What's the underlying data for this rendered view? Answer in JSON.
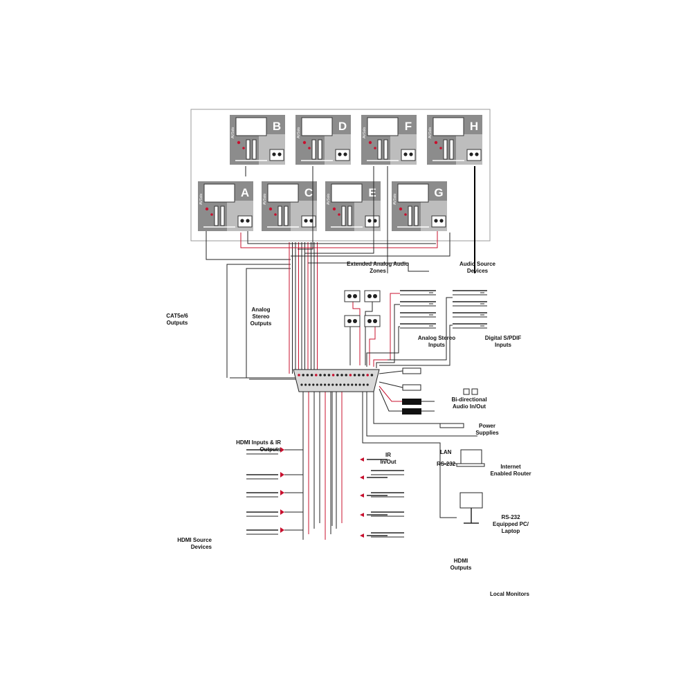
{
  "zones": {
    "top_row": [
      "B",
      "D",
      "F",
      "H"
    ],
    "bottom_row": [
      "A",
      "C",
      "E",
      "G"
    ],
    "brand_text": "AVSolo"
  },
  "labels": {
    "extended_zones": "Extended Analog Audio\nZones",
    "audio_source_devices": "Audio Source\nDevices",
    "cat5_outputs": "CAT5e/6\nOutputs",
    "analog_stereo_outputs": "Analog\nStereo\nOutputs",
    "analog_stereo_inputs": "Analog Stereo\nInputs",
    "digital_spdif_inputs": "Digital S/PDIF\nInputs",
    "bidirectional_audio": "Bi-directional\nAudio In/Out",
    "power_supplies": "Power\nSupplies",
    "hdmi_inputs_ir_outputs": "HDMI Inputs & IR\nOutputs",
    "ir_in_out": "IR\nIn/Out",
    "lan": "LAN",
    "rs232": "RS-232",
    "internet_router": "Internet\nEnabled Router",
    "rs232_pc": "RS-232\nEquipped PC/\nLaptop",
    "hdmi_source_devices": "HDMI Source\nDevices",
    "hdmi_outputs": "HDMI\nOutputs",
    "local_monitors": "Local Monitors"
  },
  "colors": {
    "panel_dark": "#8c8c8c",
    "panel_mid": "#bdbdbd",
    "signal_red": "#c8102e",
    "line": "#222222",
    "frame": "#9a9a9a"
  }
}
